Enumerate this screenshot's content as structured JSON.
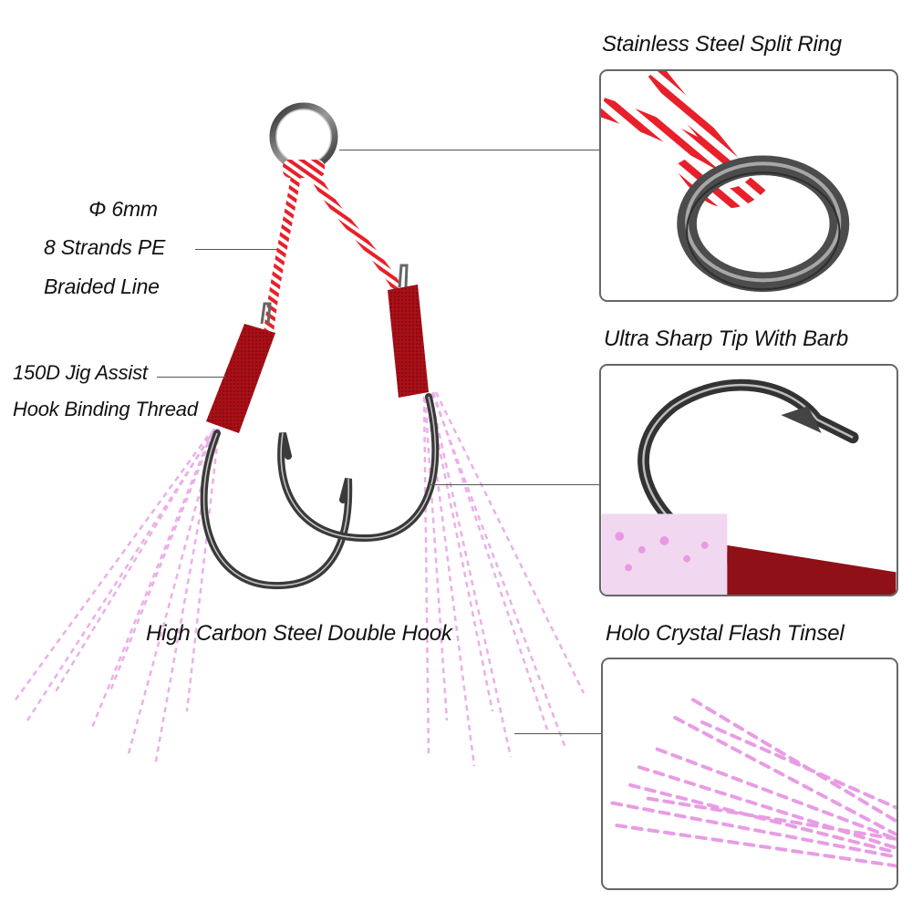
{
  "product": {
    "main_caption": "High Carbon Steel Double Hook",
    "left_labels": {
      "line_spec": [
        "Φ 6mm",
        "8 Strands PE",
        "Braided Line"
      ],
      "thread_spec": [
        "150D Jig Assist",
        "Hook Binding Thread"
      ]
    }
  },
  "detail_panels": [
    {
      "title": "Stainless Steel Split Ring",
      "subject": "split-ring"
    },
    {
      "title": "Ultra Sharp Tip With Barb",
      "subject": "hook-tip"
    },
    {
      "title": "Holo Crystal Flash Tinsel",
      "subject": "tinsel"
    }
  ],
  "colors": {
    "braid_red": "#e8202a",
    "thread_red": "#a80f16",
    "steel": "#5a5a5a",
    "tinsel_pink": "#e58be0",
    "border": "#666666"
  }
}
